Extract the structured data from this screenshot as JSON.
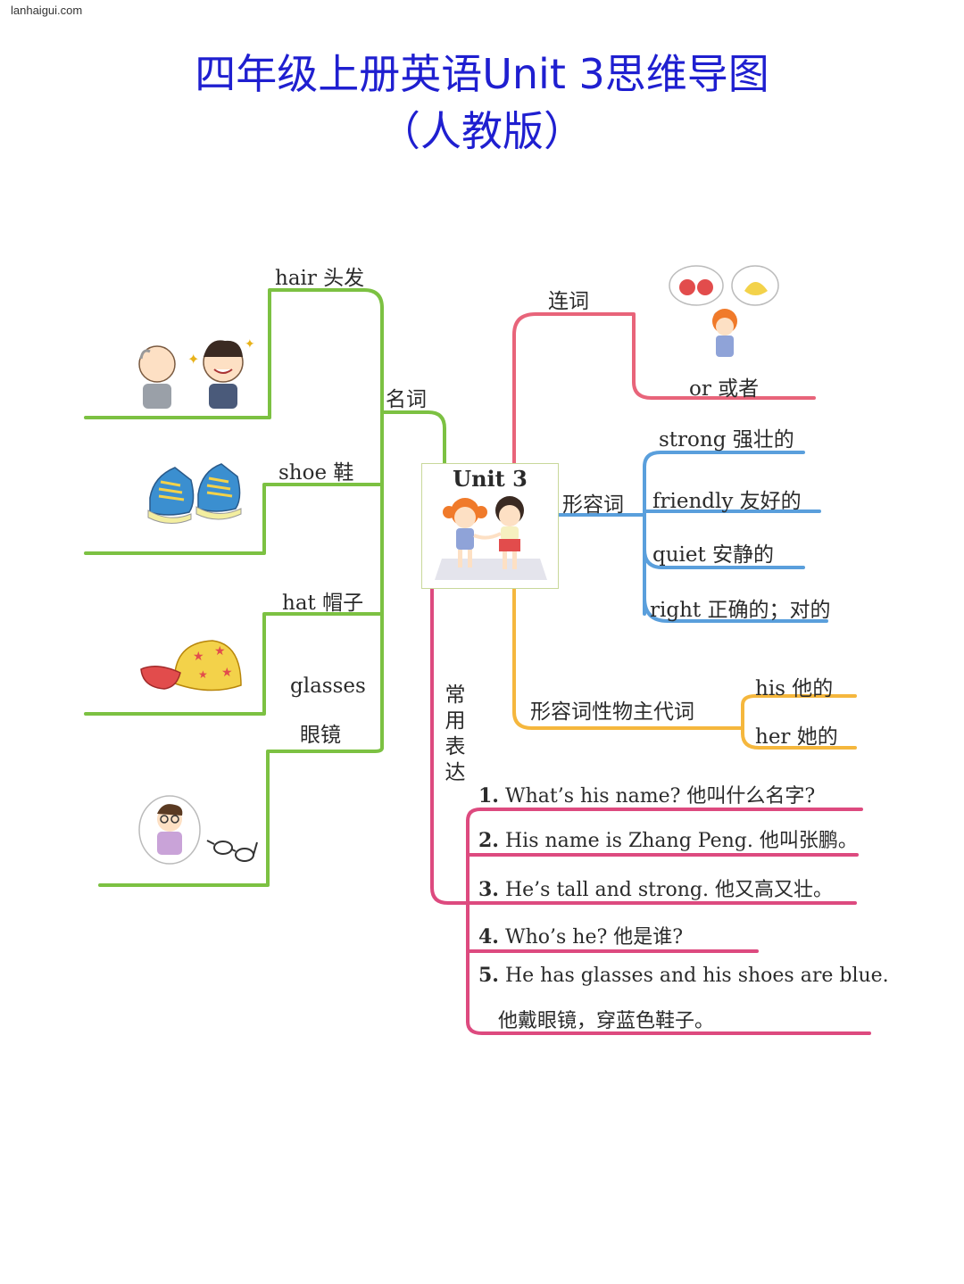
{
  "watermark": "lanhaigui.com",
  "title": {
    "line1": "四年级上册英语Unit 3思维导图",
    "line2": "（人教版）"
  },
  "center": {
    "label": "Unit 3",
    "image": "two-girls-illustration"
  },
  "branches": {
    "nouns": {
      "label": "名词",
      "color": "#7cc142",
      "items": [
        {
          "text": "hair 头发",
          "image": "old-and-young-man-icon"
        },
        {
          "text": "shoe 鞋",
          "image": "sneakers-icon"
        },
        {
          "text": "hat 帽子",
          "image": "cap-icon"
        },
        {
          "text": "glasses",
          "text2": "眼镜",
          "image": "boy-with-glasses-icon"
        }
      ]
    },
    "conjunction": {
      "label": "连词",
      "color": "#e8647a",
      "items": [
        {
          "text": "or 或者",
          "image": "girl-thinking-apples-icon"
        }
      ]
    },
    "adjectives": {
      "label": "形容词",
      "color": "#5a9fdc",
      "items": [
        {
          "text": "strong 强壮的"
        },
        {
          "text": "friendly 友好的"
        },
        {
          "text": "quiet 安静的"
        },
        {
          "text": "right 正确的；对的"
        }
      ]
    },
    "possessive": {
      "label": "形容词性物主代词",
      "color": "#f5b73d",
      "items": [
        {
          "text": "his 他的"
        },
        {
          "text": "her 她的"
        }
      ]
    },
    "expressions": {
      "label": "常用表达",
      "color": "#dd4a7f",
      "items": [
        {
          "num": "1.",
          "text": "What’s his name?  他叫什么名字?"
        },
        {
          "num": "2.",
          "text": "His name is Zhang Peng. 他叫张鹏。"
        },
        {
          "num": "3.",
          "text": "He’s tall and strong. 他又高又壮。"
        },
        {
          "num": "4.",
          "text": "Who’s he?  他是谁?"
        },
        {
          "num": "5.",
          "text": "He has glasses and his shoes are blue.",
          "text2": "他戴眼镜，穿蓝色鞋子。"
        }
      ]
    }
  }
}
